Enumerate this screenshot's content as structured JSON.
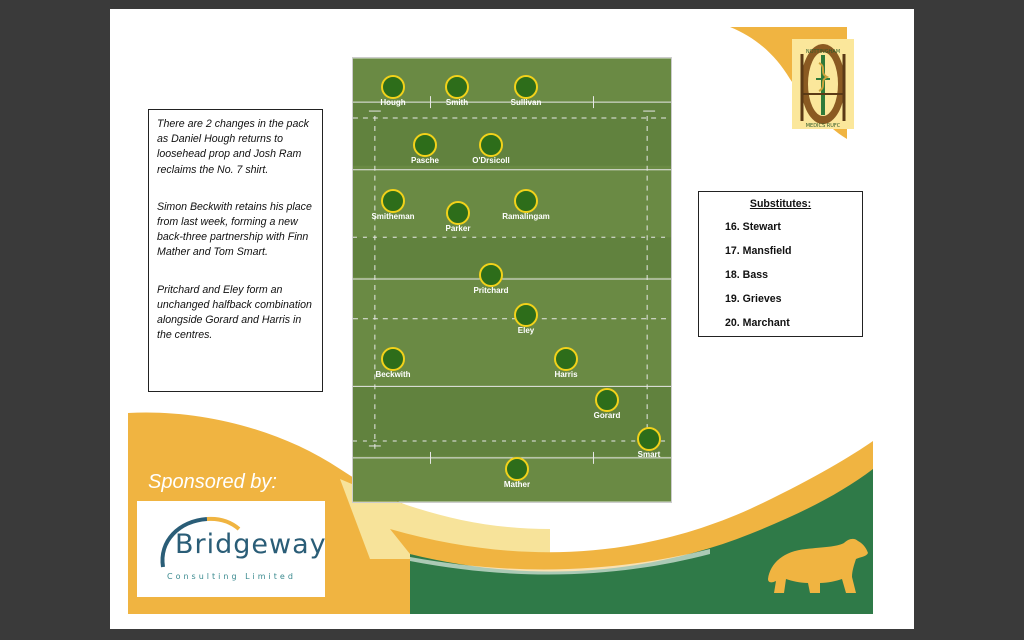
{
  "notes": [
    "There are 2 changes in the pack as Daniel Hough returns to loosehead prop and Josh Ram reclaims the No. 7 shirt.",
    "Simon Beckwith retains his place from last week, forming a new back-three partnership with Finn Mather and Tom Smart.",
    "Pritchard and Eley form an unchanged halfback combination alongside Gorard and Harris in the centres."
  ],
  "substitutes": {
    "title": "Substitutes:",
    "items": [
      "16. Stewart",
      "17. Mansfield",
      "18. Bass",
      "19. Grieves",
      "20. Marchant"
    ]
  },
  "players": [
    "Hough",
    "Smith",
    "Sullivan",
    "Pasche",
    "O'Drsicoll",
    "Smitheman",
    "Parker",
    "Ramalingam",
    "Pritchard",
    "Eley",
    "Beckwith",
    "Harris",
    "Gorard",
    "Smart",
    "Mather"
  ],
  "sponsor": {
    "label": "Sponsored by:",
    "name": "Bridgeway",
    "subtitle": "Consulting Limited"
  },
  "logo": {
    "top_text": "NOTTINGHAM",
    "bottom_text": "MEDICS RUFC"
  },
  "colors": {
    "pitch_green": "#6a8a44",
    "pitch_stripe": "#61823e",
    "player_fill": "#2d6d1a",
    "player_ring": "#f2d21a",
    "orange": "#f0b441",
    "light_yellow": "#f7e39a",
    "team_green": "#2f7a48"
  }
}
